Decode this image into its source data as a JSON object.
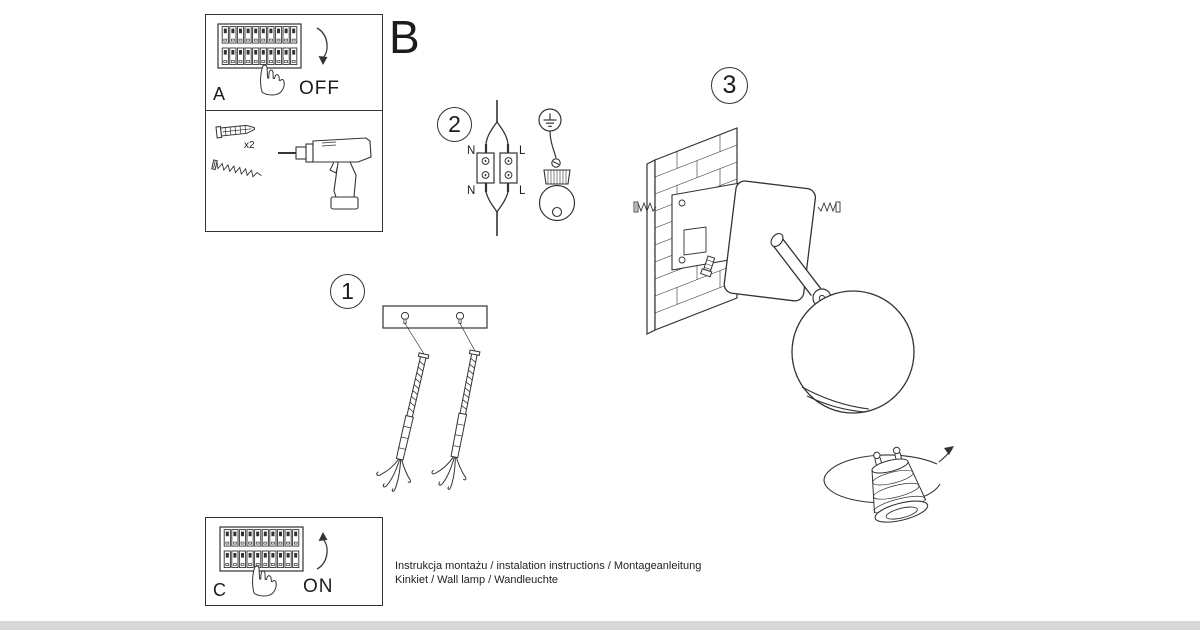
{
  "panels": {
    "a": {
      "label": "A",
      "state": "OFF"
    },
    "c": {
      "label": "C",
      "state": "ON"
    }
  },
  "steps": {
    "b": "B",
    "s1": "1",
    "s2": "2",
    "s3": "3"
  },
  "hardware": {
    "dowel_qty": "x2"
  },
  "wiring": {
    "n_top": "N",
    "l_top": "L",
    "n_bottom": "N",
    "l_bottom": "L"
  },
  "footer": {
    "line1": "Instrukcja montażu / instalation instructions / Montageanleitung",
    "line2": "Kinkiet / Wall lamp / Wandleuchte"
  },
  "colors": {
    "ink": "#333333",
    "paper": "#ffffff",
    "bottom_bar": "#d7d7d7"
  }
}
